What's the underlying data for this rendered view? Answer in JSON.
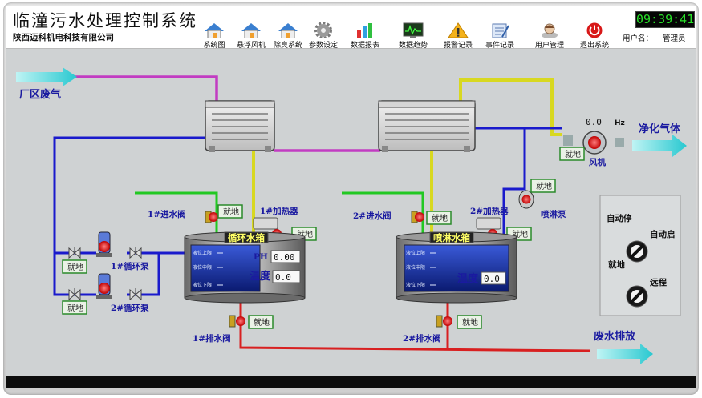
{
  "app": {
    "title": "临潼污水处理控制系统",
    "company": "陕西迈科机电科技有限公司",
    "clock": "09:39:41",
    "user_label": "用户名：",
    "user_name": "管理员"
  },
  "toolbar": [
    {
      "label": "系统图",
      "icon": "house-icon"
    },
    {
      "label": "悬浮风机",
      "icon": "house-icon"
    },
    {
      "label": "除臭系统",
      "icon": "house-icon"
    },
    {
      "label": "参数设定",
      "icon": "gear-icon"
    },
    {
      "label": "数据报表",
      "icon": "bar-chart-icon"
    },
    {
      "label": "数据趋势",
      "icon": "trend-monitor-icon"
    },
    {
      "label": "报警记录",
      "icon": "warning-icon"
    },
    {
      "label": "事件记录",
      "icon": "notepad-icon"
    },
    {
      "label": "用户管理",
      "icon": "user-icon"
    },
    {
      "label": "退出系统",
      "icon": "power-icon"
    }
  ],
  "diagram": {
    "inlet_label": "厂区废气",
    "outlet_label": "净化气体",
    "discharge_label": "废水排放",
    "fan_label": "风机",
    "fan_freq": "0.0",
    "fan_unit": "Hz",
    "spray_pump_label": "喷淋泵",
    "pump1_label": "1#循环泵",
    "pump2_label": "2#循环泵",
    "in_valve1_label": "1#进水阀",
    "in_valve2_label": "2#进水阀",
    "heater1_label": "1#加热器",
    "heater2_label": "2#加热器",
    "drain_valve1_label": "1#排水阀",
    "drain_valve2_label": "2#排水阀",
    "local_text": "就地",
    "tank1": {
      "title": "循环水箱",
      "lvl_high": "液位上限",
      "lvl_mid": "液位中限",
      "lvl_low": "液位下限",
      "ph_label": "PH",
      "ph_value": "0.00",
      "temp_label": "温度",
      "temp_value": "0.0"
    },
    "tank2": {
      "title": "喷淋水箱",
      "lvl_high": "液位上限",
      "lvl_mid": "液位中限",
      "lvl_low": "液位下限",
      "temp_label": "温度",
      "temp_value": "0.0"
    },
    "mode_panel": {
      "auto_stop": "自动停",
      "auto_start": "自动启",
      "local": "就地",
      "remote": "远程"
    }
  },
  "colors": {
    "gas_pipe": "#c23cc2",
    "loop_pipe": "#1a1acc",
    "heater_pipe": "#d8d820",
    "intake_pipe": "#22c822",
    "drain_pipe": "#d82020",
    "cyan_arrow": "#3ad8d8",
    "valve_red": "#e01010"
  }
}
